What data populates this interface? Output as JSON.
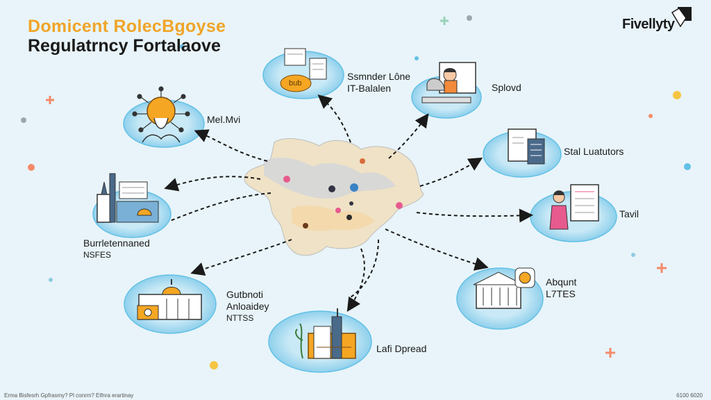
{
  "header": {
    "title_line1": "Domicent RolecBgoyse",
    "title_line2": "Regulatrncy Fortalaove",
    "brand": "Fivellyty"
  },
  "nodes": [
    {
      "id": "top-left",
      "lines": [
        "Mel.Mvi"
      ]
    },
    {
      "id": "top-center",
      "lines": [
        "Ssmnder Lône",
        "IT-Balalen"
      ]
    },
    {
      "id": "top-right",
      "lines": [
        "Splovd"
      ]
    },
    {
      "id": "right-upper",
      "lines": [
        "Stal Luatutors"
      ]
    },
    {
      "id": "right-middle",
      "lines": [
        "Tavil"
      ]
    },
    {
      "id": "right-lower",
      "lines": [
        "Abqunt",
        "L7TES"
      ]
    },
    {
      "id": "bottom-center",
      "lines": [
        "Lafi Dpread"
      ]
    },
    {
      "id": "bottom-left",
      "lines": [
        "Gutbnoti",
        "Anloaidey",
        "NTTSS"
      ]
    },
    {
      "id": "left-middle",
      "lines": [
        "Burrletennaned",
        "NSFES"
      ]
    }
  ],
  "badge_text": "bub",
  "footer": {
    "left": "Erma Bisfesrh Gpfrasmy? Pl conrm? Elfnra erartinay",
    "right": "6100 6020"
  },
  "colors": {
    "accent": "#f0a428",
    "bubble": "#bfe4f3",
    "bubble_edge": "#62c0e6",
    "map": "#e8dcc0"
  }
}
